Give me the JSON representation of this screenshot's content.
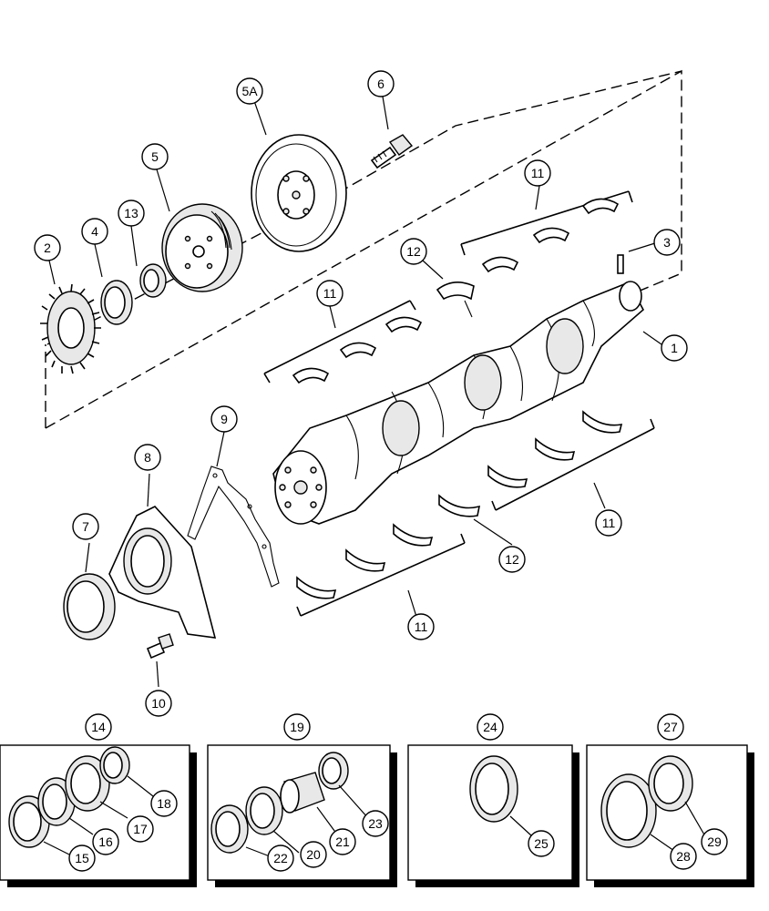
{
  "title": "",
  "callouts": {
    "c1": "1",
    "c2": "2",
    "c3": "3",
    "c4": "4",
    "c5": "5",
    "c5a": "5A",
    "c6": "6",
    "c7": "7",
    "c8": "8",
    "c9": "9",
    "c10": "10",
    "c11a": "11",
    "c11b": "11",
    "c11c": "11",
    "c11d": "11",
    "c12a": "12",
    "c12b": "12",
    "c13": "13",
    "c14": "14",
    "c15": "15",
    "c16": "16",
    "c17": "17",
    "c18": "18",
    "c19": "19",
    "c20": "20",
    "c21": "21",
    "c22": "22",
    "c23": "23",
    "c24": "24",
    "c25": "25",
    "c27": "27",
    "c28": "28",
    "c29": "29"
  }
}
